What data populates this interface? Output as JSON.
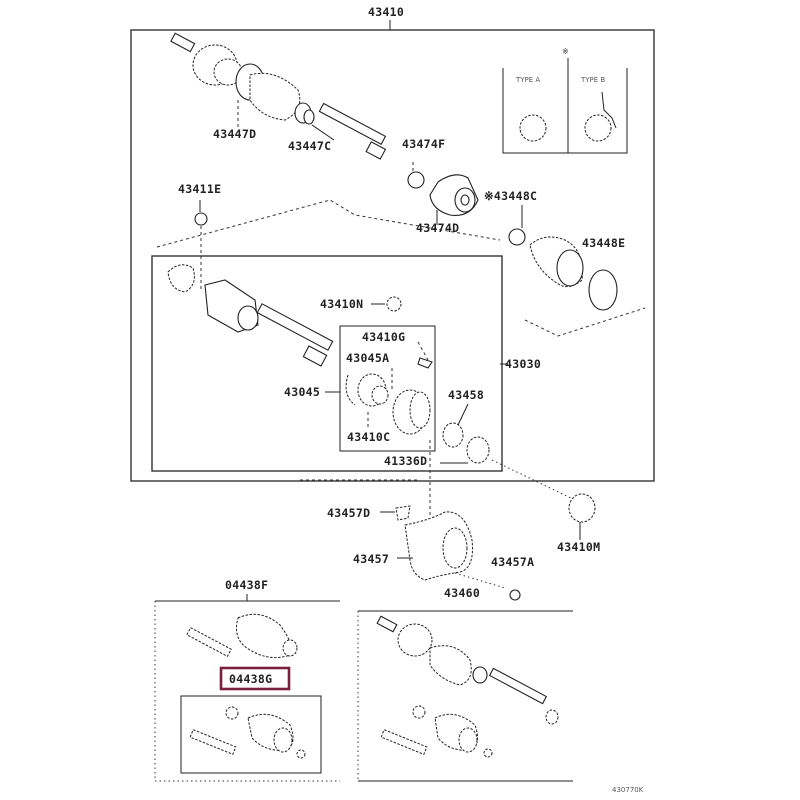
{
  "diagram": {
    "title": "43410",
    "footer_code": "430770K",
    "highlight_color": "#7a1f3d",
    "clamp_types": {
      "note_symbol": "※",
      "type_a": "TYPE A",
      "type_b": "TYPE B"
    },
    "labels": {
      "p43447D": "43447D",
      "p43447C": "43447C",
      "p43474F": "43474F",
      "p43474D": "43474D",
      "p43448C": "※43448C",
      "p43448E": "43448E",
      "p43411E": "43411E",
      "p43410N": "43410N",
      "p43410G": "43410G",
      "p43045A": "43045A",
      "p43045": "43045",
      "p43410C": "43410C",
      "p43458": "43458",
      "p43030": "43030",
      "p41336D": "41336D",
      "p43457D": "43457D",
      "p43457": "43457",
      "p43457A": "43457A",
      "p43460": "43460",
      "p43410M": "43410M",
      "p04438F": "04438F",
      "p04438G": "04438G"
    }
  }
}
